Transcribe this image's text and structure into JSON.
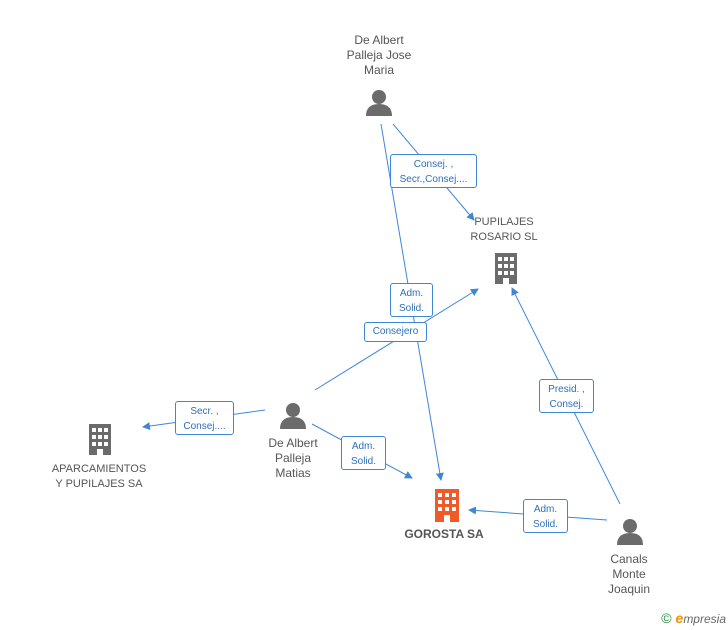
{
  "nodes": {
    "albert_jose": {
      "label": "De Albert\nPalleja Jose\nMaria",
      "type": "person"
    },
    "pupilajes": {
      "label": "PUPILAJES\nROSARIO SL",
      "type": "company"
    },
    "aparcamientos": {
      "label": "APARCAMIENTOS\nY PUPILAJES SA",
      "type": "company"
    },
    "albert_matias": {
      "label": "De Albert\nPalleja\nMatias",
      "type": "person"
    },
    "gorosta": {
      "label": "GOROSTA SA",
      "type": "focus-company"
    },
    "canals": {
      "label": "Canals\nMonte\nJoaquin",
      "type": "person"
    }
  },
  "edges": [
    {
      "id": "e1",
      "label": "Consej. ,\nSecr.,Consej...."
    },
    {
      "id": "e2",
      "label": "Adm.\nSolid."
    },
    {
      "id": "e3",
      "label": "Consejero"
    },
    {
      "id": "e4",
      "label": "Secr. ,\nConsej...."
    },
    {
      "id": "e5",
      "label": "Adm.\nSolid."
    },
    {
      "id": "e6",
      "label": "Presid. ,\nConsej."
    },
    {
      "id": "e7",
      "label": "Adm.\nSolid."
    }
  ],
  "colors": {
    "edge": "#3f86d6",
    "icon": "#6b6b6b",
    "focus": "#f05a28"
  },
  "footer": {
    "copyright": "©",
    "brand_first": "e",
    "brand_rest": "mpresia"
  }
}
